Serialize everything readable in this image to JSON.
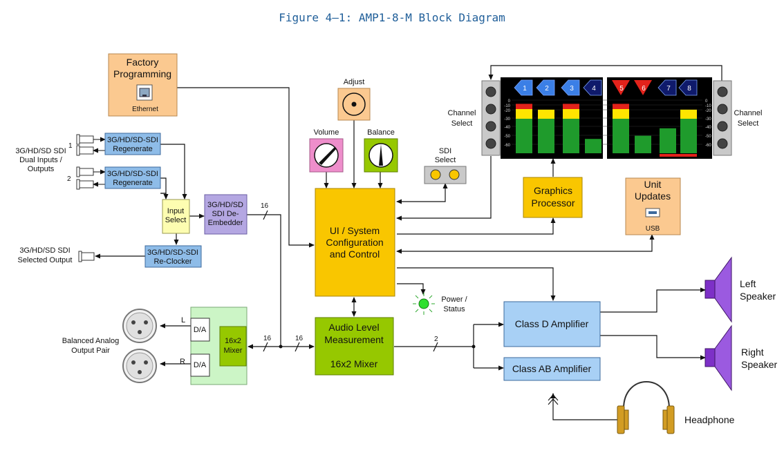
{
  "title": "Figure 4–1: AMP1-8-M Block Diagram",
  "colors": {
    "orange_block": "#fbc990",
    "sdi_block": "#8ebce8",
    "purple_block": "#b4a7e2",
    "yellow_block": "#fdfdb1",
    "ui_block": "#f9c600",
    "green_block": "#96c800",
    "light_green": "#ccf5c6",
    "amp_block": "#a8d0f5",
    "pink_knob": "#ee8ecb",
    "headphone": "#d29c23",
    "speaker": "#7d30c7"
  },
  "inputs": {
    "group_label": [
      "3G/HD/SD SDI",
      "Dual Inputs /",
      "Outputs"
    ],
    "num_1": "1",
    "num_2": "2",
    "regen_1": [
      "3G/HD/SD-SDI",
      "Regenerate"
    ],
    "regen_2": [
      "3G/HD/SD-SDI",
      "Regenerate"
    ],
    "input_select": [
      "Input",
      "Select"
    ],
    "deembedder": [
      "3G/HD/SD",
      "SDI De-",
      "Embedder"
    ],
    "reclocker": [
      "3G/HD/SD-SDI",
      "Re-Clocker"
    ],
    "selected_output": [
      "3G/HD/SD SDI",
      "Selected Output"
    ]
  },
  "factory": {
    "label": [
      "Factory",
      "Programming"
    ],
    "port": "Ethernet"
  },
  "controls": {
    "adjust": "Adjust",
    "volume": "Volume",
    "balance": "Balance",
    "sdi_select": [
      "SDI",
      "Select"
    ]
  },
  "ui_system": [
    "UI / System",
    "Configuration",
    "and Control"
  ],
  "meters": {
    "channel_select_left": [
      "Channel",
      "Select"
    ],
    "channel_select_right": [
      "Channel",
      "Select"
    ],
    "channels": [
      "1",
      "2",
      "3",
      "4",
      "5",
      "6",
      "7",
      "8"
    ],
    "scale": [
      "0",
      "-10",
      "-20",
      "-30",
      "-40",
      "-50",
      "-60"
    ],
    "levels": [
      0.93,
      0.82,
      0.93,
      0.27,
      0.93,
      0.33,
      0.47,
      0.82
    ]
  },
  "graphics": [
    "Graphics",
    "Processor"
  ],
  "unit_updates": {
    "label": [
      "Unit",
      "Updates"
    ],
    "port": "USB"
  },
  "power": [
    "Power /",
    "Status"
  ],
  "audio": {
    "measure": [
      "Audio Level",
      "Measurement"
    ],
    "mixer": "16x2 Mixer",
    "bus_16_a": "16",
    "bus_16_b": "16",
    "bus_16_c": "16",
    "bus_2": "2"
  },
  "analog": {
    "label": [
      "Balanced Analog",
      "Output Pair"
    ],
    "l": "L",
    "r": "R",
    "da_1": "D/A",
    "da_2": "D/A",
    "mixer": [
      "16x2",
      "Mixer"
    ]
  },
  "amplifiers": {
    "class_d": "Class D Amplifier",
    "class_ab": "Class AB Amplifier"
  },
  "speakers": {
    "left": [
      "Left",
      "Speaker"
    ],
    "right": [
      "Right",
      "Speaker"
    ]
  },
  "headphone": "Headphone"
}
